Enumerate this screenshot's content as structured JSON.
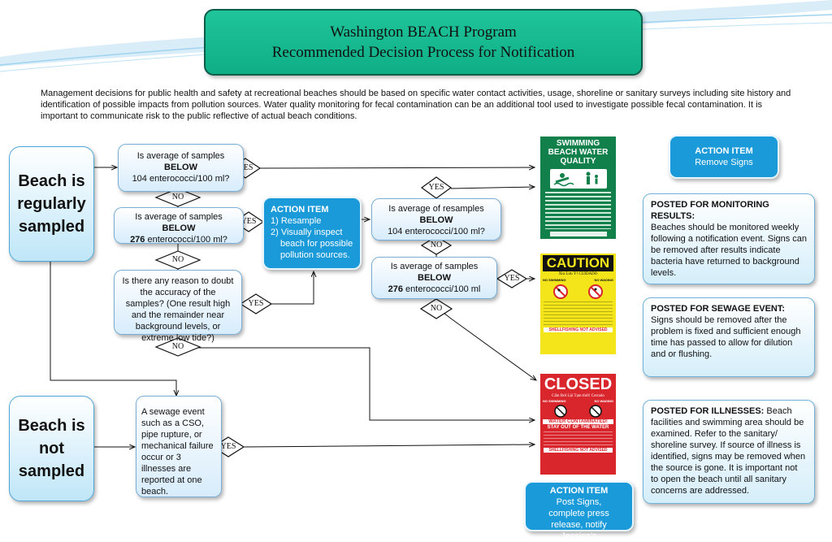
{
  "title": {
    "line1": "Washington BEACH Program",
    "line2": "Recommended Decision Process for Notification"
  },
  "intro": "Management decisions for public health and safety at recreational beaches should be based on specific water contact activities, usage, shoreline or sanitary surveys including site history and identification of possible impacts from pollution sources.  Water quality monitoring for fecal contamination can be an additional tool used to investigate possible fecal contamination. It is important to communicate risk to the public reflective of actual beach conditions.",
  "start_boxes": {
    "sampled": "Beach is regularly sampled",
    "not_sampled": "Beach is not sampled"
  },
  "questions": {
    "q1": {
      "line1": "Is average of samples",
      "bold": "BELOW",
      "line3": "104 enterococci/100 ml?"
    },
    "q2": {
      "line1": "Is average of  samples",
      "bold": "BELOW",
      "num": "276",
      "line3": " enterococci/100 ml?"
    },
    "q3": {
      "text": "Is there any reason to doubt the accuracy of the samples? (One result high and the remainder near background levels, or extreme low tide?)"
    },
    "q4": {
      "line1": "Is average of resamples",
      "bold": "BELOW",
      "line3": "104 enterococci/100 ml?"
    },
    "q5": {
      "line1": "Is average of  samples",
      "bold": "BELOW",
      "num": "276",
      "line3": " enterococci/100 ml"
    },
    "q6": {
      "text": "A sewage event such as a CSO, pipe rupture, or mechanical failure occur or 3 illnesses are reported at one beach."
    }
  },
  "decisions": {
    "yes": "YES",
    "no": "NO"
  },
  "action_resample": {
    "title": "ACTION ITEM",
    "items": [
      "1)  Resample",
      "2)  Visually inspect beach for possible pollution sources."
    ]
  },
  "action_remove": {
    "title": "ACTION ITEM",
    "text": "Remove Signs"
  },
  "action_post": {
    "title": "ACTION ITEM",
    "text": "Post Signs, complete press release, notify Jessica’s"
  },
  "notes": [
    {
      "heading": "POSTED FOR MONITORING RESULTS:",
      "text": "Beaches should be monitored weekly following a notification event. Signs can be removed after results indicate bacteria have returned to background levels."
    },
    {
      "heading": "POSTED FOR SEWAGE EVENT:",
      "text": " Signs should be removed after the problem is fixed and sufficient enough time has passed to allow for dilution and or flushing."
    },
    {
      "heading": "POSTED FOR ILLNESSES:",
      "text": " Beach facilities and swimming area should be examined. Refer to the sanitary/ shoreline survey. If source of illness is identified, signs may be removed when the source is gone. It is important not to open the beach until all sanitary concerns are addressed."
    }
  ],
  "signs": {
    "green": {
      "title": "SWIMMING BEACH WATER QUALITY"
    },
    "yellow": {
      "title": "CAUTION",
      "sub": "Xin Lưu Ý!     CUIDADO",
      "no_swimming": "NO SWIMMING",
      "no_wading": "NO WADING",
      "footer": "SHELLFISHING NOT ADVISED"
    },
    "red": {
      "title": "CLOSED",
      "sub": "Cấm Bơi Lội Tạm thời!     Cerrado",
      "no_swimming": "NO SWIMMING",
      "no_wading": "NO WADING",
      "banner1": "WATER CONTAMINATED!",
      "banner2": "STAY OUT OF THE WATER",
      "footer": "SHELLFISHING NOT ADVISED"
    }
  },
  "colors": {
    "title_bg": "#17b98f",
    "action_bg": "#1a9ad8",
    "sign_green": "#11804a",
    "sign_yellow": "#f3e51a",
    "sign_red": "#d9252c"
  }
}
